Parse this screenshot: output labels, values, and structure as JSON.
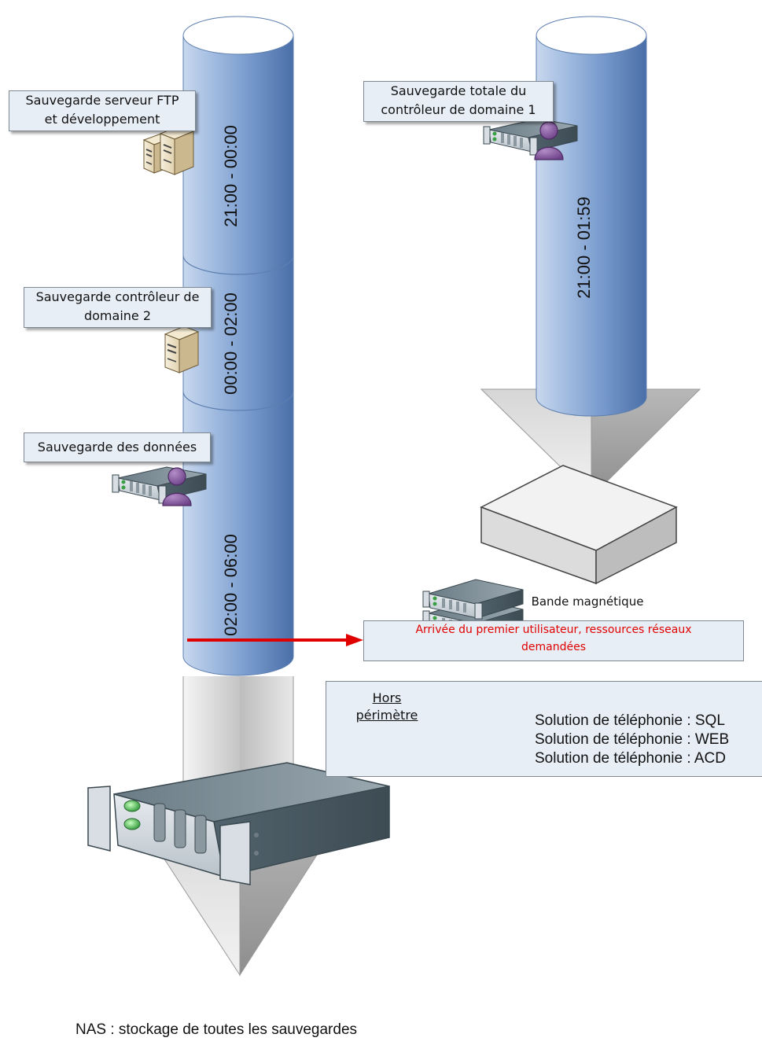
{
  "main_column": {
    "segments": [
      {
        "time": "21:00 - 00:00"
      },
      {
        "time": "00:00 - 02:00"
      },
      {
        "time": "02:00 - 06:00"
      }
    ]
  },
  "tape_column": {
    "time": "21:00 - 01:59"
  },
  "callouts": {
    "ftp": [
      "Sauvegarde serveur FTP",
      "et développement"
    ],
    "dc2": [
      "Sauvegarde contrôleur de",
      "domaine 2"
    ],
    "data": [
      "Sauvegarde des données"
    ],
    "dc1": [
      "Sauvegarde totale du",
      "contrôleur de domaine 1"
    ]
  },
  "labels": {
    "tape": "Bande magnétique",
    "nas": "NAS : stockage de toutes les sauvegardes"
  },
  "out_of_scope": {
    "title": [
      "Hors",
      "périmètre"
    ],
    "items": [
      "Solution de téléphonie  : SQL",
      "Solution de téléphonie  : WEB",
      "Solution de téléphonie  : ACD"
    ]
  },
  "alert": [
    "Arrivée du premier utilisateur, ressources réseaux",
    "demandées"
  ],
  "colors": {
    "cylinder": "#6f95c8",
    "arrow": "#d0d0d0",
    "alert_text": "#e00000",
    "callout_bg": "#e8eef6",
    "user": "#8a5ea3"
  }
}
